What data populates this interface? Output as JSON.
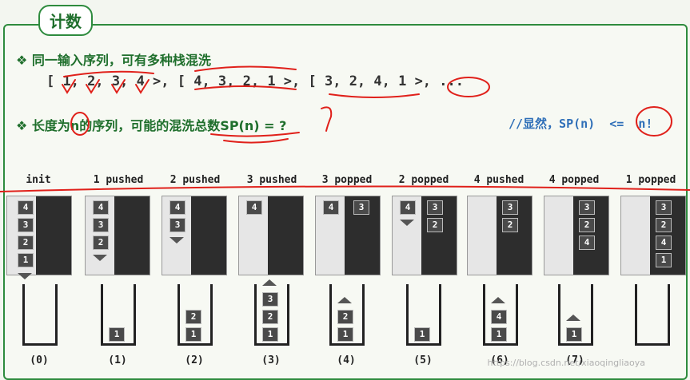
{
  "title": "计数",
  "bullet1": "❖ 同一输入序列，可有多种栈混洗",
  "sequence": "[ 1, 2, 3, 4 >, [ 4, 3, 2, 1 >, [ 3, 2, 4, 1 >, ...",
  "bullet2": "❖ 长度为n的序列，可能的混洗总数SP(n) = ?",
  "comment": "//显然，SP(n)  <=  n!",
  "steps": [
    "init",
    "1 pushed",
    "2 pushed",
    "3 pushed",
    "3 popped",
    "2 popped",
    "4 pushed",
    "4 popped",
    "1 popped"
  ],
  "cups": [
    "(0)",
    "(1)",
    "(2)",
    "(3)",
    "(4)",
    "(5)",
    "(6)",
    "(7)"
  ],
  "watermark": "https://blog.csdn.net/xiaoqingliaoya",
  "colors": {
    "frame": "#2e8b3e",
    "title": "#1f6f2c",
    "comment": "#2f6fb8",
    "annotation": "#e0201a"
  },
  "blocks": {
    "panel0": [
      "4",
      "3",
      "2",
      "1"
    ],
    "panel1": [
      "4",
      "3",
      "2"
    ],
    "panel2": [
      "4",
      "3"
    ],
    "panel3": [
      "4"
    ],
    "panel4_left": [
      "4"
    ],
    "panel4_right": [
      "3"
    ],
    "panel5_left": [
      "4"
    ],
    "panel5_right": [
      "3",
      "2"
    ],
    "panel6_right": [
      "3",
      "2"
    ],
    "panel7_right": [
      "3",
      "2",
      "4"
    ],
    "panel8_right": [
      "3",
      "2",
      "4",
      "1"
    ],
    "cup1": [
      "1"
    ],
    "cup2": [
      "2",
      "1"
    ],
    "cup3": [
      "3",
      "2",
      "1"
    ],
    "cup4": [
      "2",
      "1"
    ],
    "cup5": [
      "1"
    ],
    "cup6": [
      "4",
      "1"
    ],
    "cup7": [
      "1"
    ]
  }
}
